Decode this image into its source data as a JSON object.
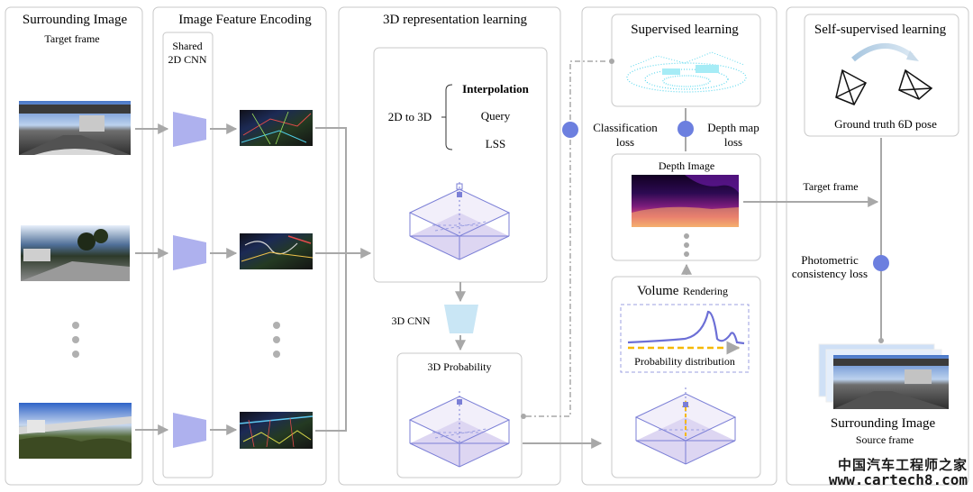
{
  "panels": {
    "surrounding": {
      "title": "Surrounding Image",
      "subtitle": "Target frame"
    },
    "encoding": {
      "title": "Image Feature Encoding",
      "cnn_label_line1": "Shared",
      "cnn_label_line2": "2D CNN"
    },
    "representation": {
      "title": "3D representation learning",
      "lift_label": "2D to 3D",
      "methods": [
        "Interpolation",
        "Query",
        "LSS"
      ],
      "cnn3d_label": "3D CNN",
      "probability_label": "3D Probability"
    },
    "supervised": {
      "title": "Supervised learning",
      "classification_loss": [
        "Classification",
        "loss"
      ],
      "depth_map_loss": [
        "Depth map",
        "loss"
      ],
      "depth_image_label": "Depth Image",
      "volume_rendering_word1": "Volume",
      "volume_rendering_word2": "Rendering",
      "prob_dist_label": "Probability distribution"
    },
    "selfsupervised": {
      "title": "Self-supervised learning",
      "pose_label": "Ground truth 6D pose",
      "target_frame_label": "Target frame",
      "photometric_loss": [
        "Photometric",
        "consistency loss"
      ],
      "source_title": "Surrounding Image",
      "source_subtitle": "Source frame"
    }
  },
  "watermark": {
    "line1": "中国汽车工程师之家",
    "line2": "www.cartech8.com"
  },
  "colors": {
    "panel_border": "#c8c8c8",
    "arrow_gray": "#a8a8a8",
    "encoder_blue": "#aeb1ee",
    "node_blue": "#6c7fdf",
    "volume_stroke": "#7b7fd6",
    "volume_fill": "#e9e5f7",
    "dash_yellow": "#f5b800",
    "lidar_cyan": "#5ed8ee"
  }
}
